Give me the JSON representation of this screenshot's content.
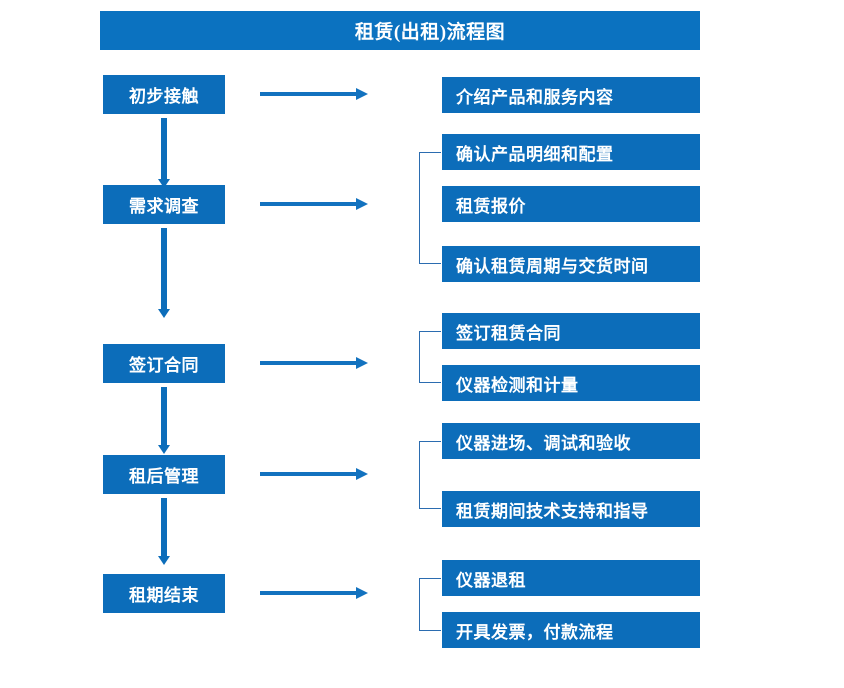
{
  "header": {
    "title": "租赁(出租)流程图"
  },
  "colors": {
    "banner": "#0b72c0",
    "box": "#0c6dba",
    "arrow": "#1272bf",
    "bracket": "#2b6cb0",
    "box_text": "#ffffff",
    "background": "#ffffff"
  },
  "stages": [
    {
      "label": "初步接触",
      "details": [
        "介绍产品和服务内容"
      ]
    },
    {
      "label": "需求调查",
      "details": [
        "确认产品明细和配置",
        "租赁报价",
        "确认租赁周期与交货时间"
      ]
    },
    {
      "label": "签订合同",
      "details": [
        "签订租赁合同",
        "仪器检测和计量"
      ]
    },
    {
      "label": "租后管理",
      "details": [
        "仪器进场、调试和验收",
        "租赁期间技术支持和指导"
      ]
    },
    {
      "label": "租期结束",
      "details": [
        "仪器退租",
        "开具发票，付款流程"
      ]
    }
  ],
  "flow_arrows": {
    "vertical_icon": "down-arrow-icon",
    "horizontal_icon": "right-arrow-icon",
    "bracket_icon": "bracket-connector-icon"
  }
}
